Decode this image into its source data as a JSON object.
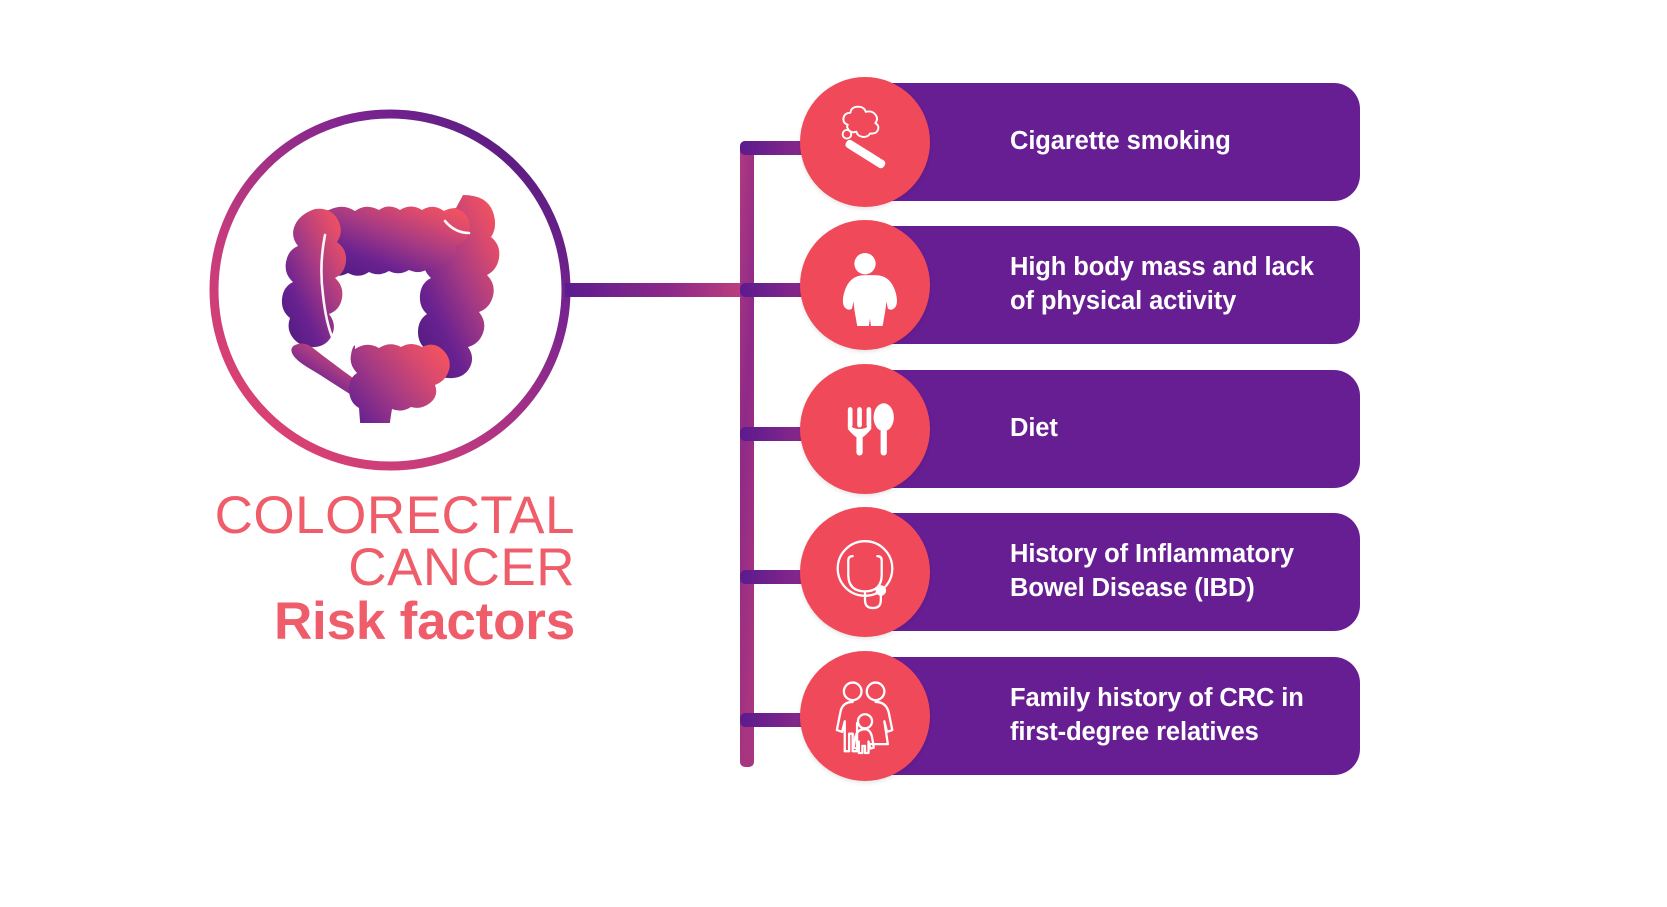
{
  "title": {
    "line1": "COLORECTAL",
    "line2": "CANCER",
    "line3": "Risk factors",
    "color": "#ef5d6b"
  },
  "center": {
    "name": "colorectal-colon-illustration",
    "icon": "colon-icon",
    "ring_gradient_from": "#e8456a",
    "ring_gradient_to": "#4a1e7a"
  },
  "theme": {
    "bar_purple": "#671E93",
    "icon_coral": "#f04a5a",
    "connector_from": "#5b1b8e",
    "connector_to": "#c8447a",
    "background": "#ffffff",
    "label_text": "#ffffff"
  },
  "risk_factors": [
    {
      "label": "Cigarette smoking",
      "icon": "cigarette-icon"
    },
    {
      "label": "High body mass and lack of physical activity",
      "icon": "overweight-person-icon"
    },
    {
      "label": "Diet",
      "icon": "fork-and-spoon-icon"
    },
    {
      "label": "History of Inflammatory Bowel Disease (IBD)",
      "icon": "stethoscope-icon"
    },
    {
      "label": "Family history of CRC in first-degree relatives",
      "icon": "family-icon"
    }
  ]
}
